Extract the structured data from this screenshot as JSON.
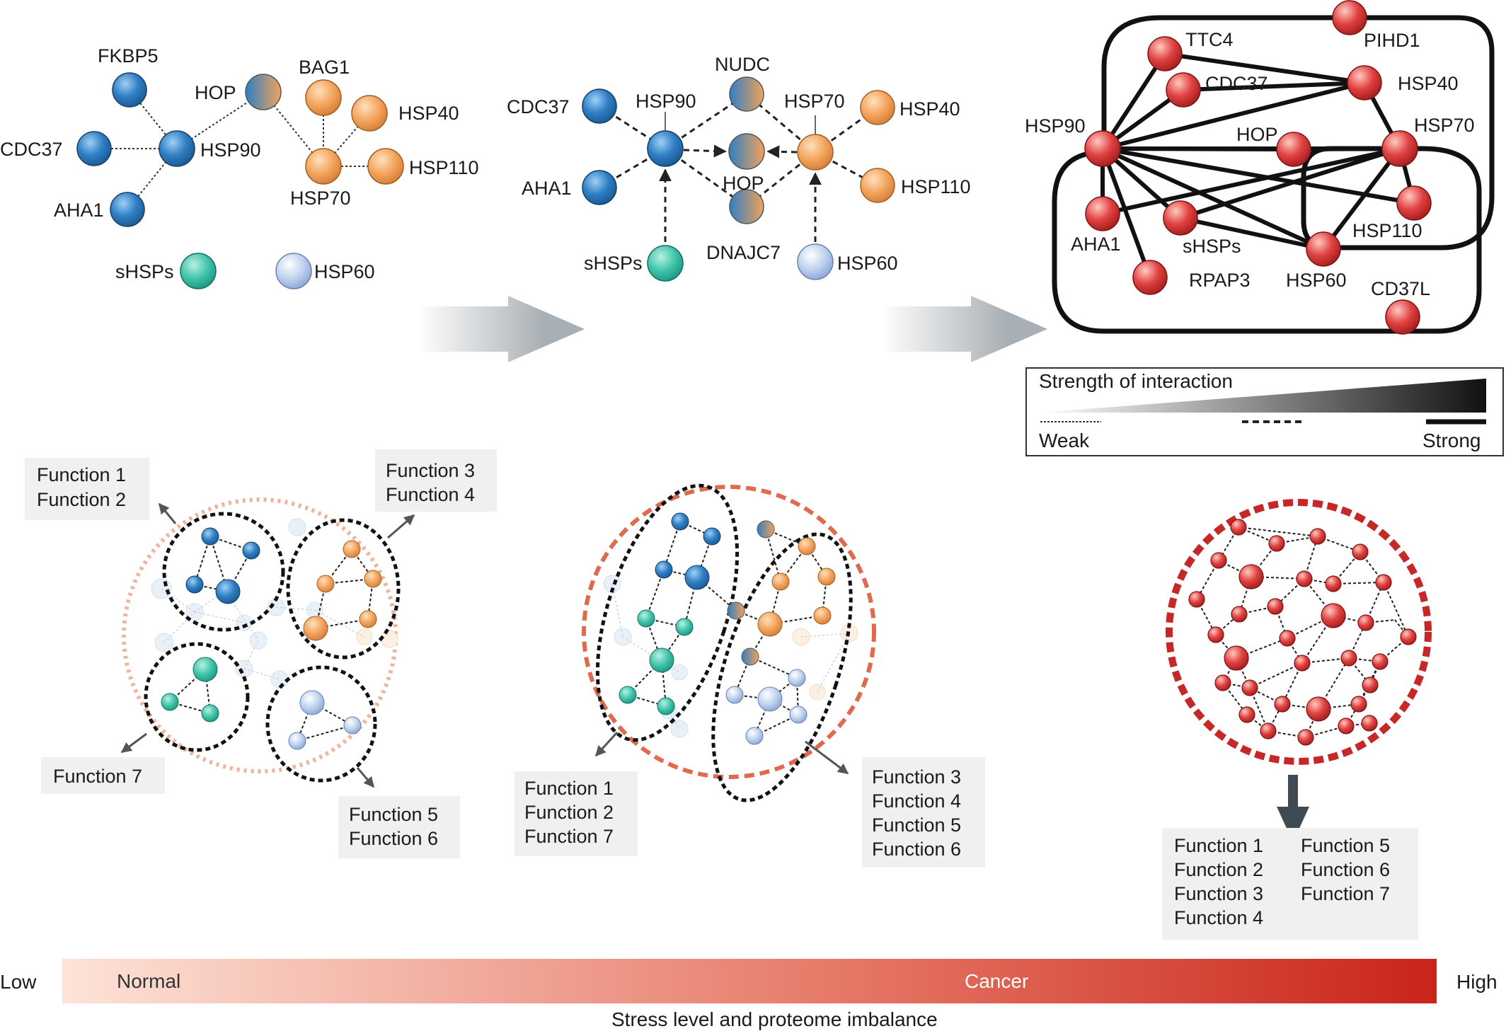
{
  "colors": {
    "hsp90_family": "#2f7fc4",
    "hsp70_family": "#f2a25a",
    "shsp": "#3cc2a8",
    "hsp60": "#bcd0ee",
    "epichaperome": "#d93838",
    "arrow_gray": "#a9b0b5",
    "label_box": "#f0f0ef",
    "normal_ring": "#f0b39c",
    "mid_ring": "#e06a4e",
    "cancer_ring": "#c62828"
  },
  "panel1": {
    "labels": {
      "fkbp5": "FKBP5",
      "hop": "HOP",
      "bag1": "BAG1",
      "hsp40": "HSP40",
      "cdc37": "CDC37",
      "hsp90": "HSP90",
      "hsp110": "HSP110",
      "hsp70": "HSP70",
      "aha1": "AHA1",
      "shsps": "sHSPs",
      "hsp60": "HSP60"
    }
  },
  "panel2": {
    "labels": {
      "nudc": "NUDC",
      "cdc37": "CDC37",
      "hsp90": "HSP90",
      "hsp70": "HSP70",
      "hsp40": "HSP40",
      "aha1": "AHA1",
      "hop": "HOP",
      "hsp110": "HSP110",
      "dnajc7": "DNAJC7",
      "shsps": "sHSPs",
      "hsp60": "HSP60"
    }
  },
  "panel3": {
    "labels": {
      "pihd1": "PIHD1",
      "ttc4": "TTC4",
      "cdc37": "CDC37",
      "hsp40": "HSP40",
      "hsp90": "HSP90",
      "hop": "HOP",
      "hsp70": "HSP70",
      "aha1": "AHA1",
      "shsps": "sHSPs",
      "hsp110": "HSP110",
      "rpap3": "RPAP3",
      "hsp60": "HSP60",
      "cd37l": "CD37L"
    }
  },
  "legend": {
    "title": "Strength of interaction",
    "weak": "Weak",
    "strong": "Strong"
  },
  "networks": {
    "normal": {
      "box_a": [
        "Function 1",
        "Function 2"
      ],
      "box_b": [
        "Function 3",
        "Function 4"
      ],
      "box_c": [
        "Function 7"
      ],
      "box_d": [
        "Function 5",
        "Function 6"
      ]
    },
    "intermediate": {
      "box_a": [
        "Function 1",
        "Function 2",
        "Function 7"
      ],
      "box_b": [
        "Function 3",
        "Function 4",
        "Function 5",
        "Function 6"
      ]
    },
    "cancer": {
      "col_a": [
        "Function 1",
        "Function 2",
        "Function 3",
        "Function 4"
      ],
      "col_b": [
        "Function 5",
        "Function 6",
        "Function 7"
      ]
    }
  },
  "stress_axis": {
    "low": "Low",
    "high": "High",
    "normal": "Normal",
    "cancer": "Cancer",
    "caption": "Stress level and proteome imbalance"
  }
}
